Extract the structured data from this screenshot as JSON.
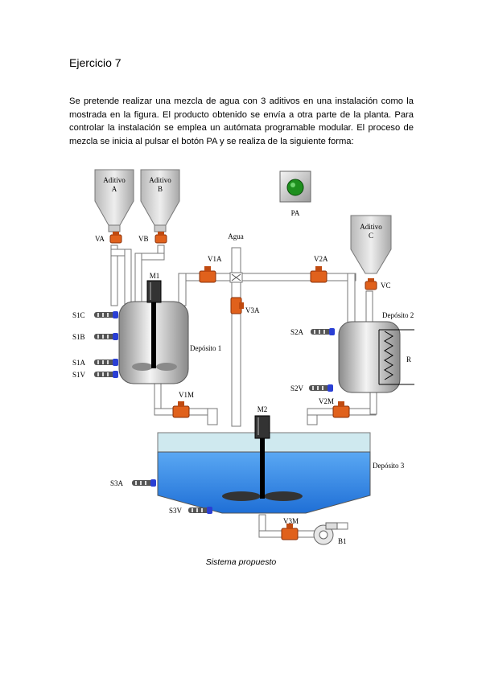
{
  "heading": "Ejercicio 7",
  "paragraph": "Se pretende realizar una mezcla de agua con 3 aditivos en una instalación como la mostrada en la figura. El producto obtenido se envía a otra parte de la planta. Para controlar la instalación se emplea un autómata programable modular. El proceso de mezcla se inicia al pulsar el botón PA y se realiza de la siguiente forma:",
  "caption": "Sistema propuesto",
  "diagram": {
    "hopper_a": [
      "Aditivo",
      "A"
    ],
    "hopper_b": [
      "Aditivo",
      "B"
    ],
    "hopper_c": [
      "Aditivo",
      "C"
    ],
    "pa": "PA",
    "agua": "Agua",
    "va": "VA",
    "vb": "VB",
    "vc": "VC",
    "v1a": "V1A",
    "v2a": "V2A",
    "v3a": "V3A",
    "v1m": "V1M",
    "v2m": "V2M",
    "v3m": "V3M",
    "m1": "M1",
    "m2": "M2",
    "s1c": "S1C",
    "s1b": "S1B",
    "s1a": "S1A",
    "s1v": "S1V",
    "s2a": "S2A",
    "s2v": "S2V",
    "s3a": "S3A",
    "s3v": "S3V",
    "deposito1": "Depósito 1",
    "deposito2": "Depósito 2",
    "deposito3": "Depósito 3",
    "r": "R",
    "b1": "B1"
  },
  "colors": {
    "valve": "#e0611c",
    "water": "#3c8fe8",
    "water_light": "#cfe9ef",
    "button_green": "#1e8f1e"
  }
}
